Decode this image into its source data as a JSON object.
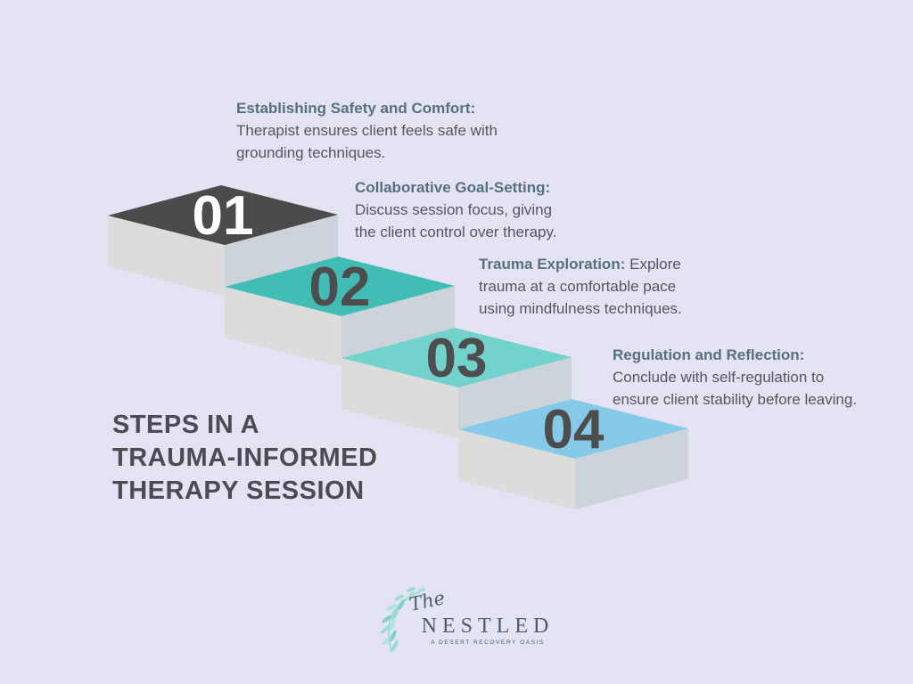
{
  "canvas": {
    "background_color": "#e3e3f3"
  },
  "title": {
    "lines": [
      "STEPS IN A",
      "TRAUMA-INFORMED",
      "THERAPY SESSION"
    ],
    "color": "#4b4b51"
  },
  "stair": {
    "front_face_color": "#dcdcdc",
    "side_face_color": "#ccd3da",
    "steps": [
      {
        "number": "01",
        "top_color": "#4b4b4b",
        "number_color": "#ffffff"
      },
      {
        "number": "02",
        "top_color": "#41bdb5",
        "number_color": "#4d4d4d"
      },
      {
        "number": "03",
        "top_color": "#72d3cc",
        "number_color": "#4d4d4d"
      },
      {
        "number": "04",
        "top_color": "#85cbe9",
        "number_color": "#4d4d4d"
      }
    ]
  },
  "annotations": [
    {
      "heading": "Establishing Safety and Comfort:",
      "body_lines": [
        "Therapist ensures client feels safe with",
        "grounding techniques."
      ]
    },
    {
      "heading": "Collaborative Goal-Setting:",
      "body_lines": [
        "Discuss session focus, giving",
        "the client control over therapy."
      ]
    },
    {
      "heading": "Trauma Exploration:",
      "body_lines": [
        "Explore",
        "trauma at a comfortable pace",
        "using mindfulness techniques."
      ]
    },
    {
      "heading": "Regulation and Reflection:",
      "body_lines": [
        "Conclude with self-regulation to",
        "ensure client stability before leaving."
      ]
    }
  ],
  "text_colors": {
    "heading_text": "#567080",
    "body_text": "#56565e"
  },
  "logo": {
    "script_word": "The",
    "brand_name": "NESTLED",
    "tagline": "A DESERT RECOVERY OASIS",
    "feather_color": "#93d9d3",
    "text_color": "#4a5a74"
  }
}
